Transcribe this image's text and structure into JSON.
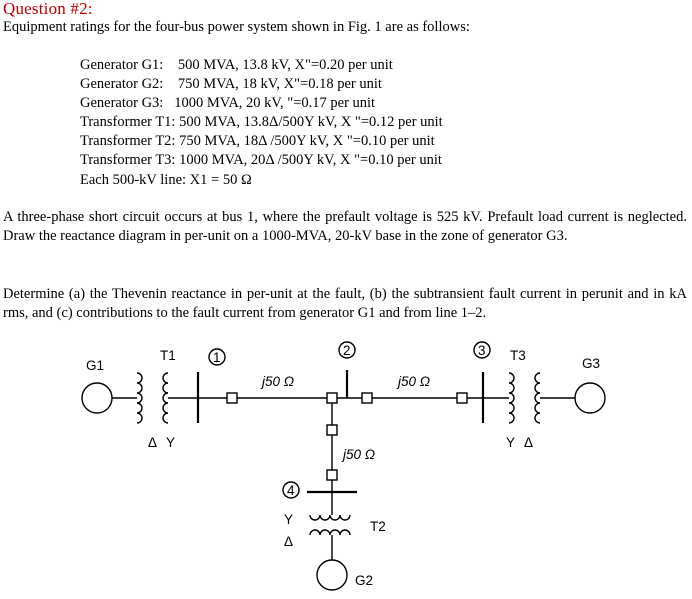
{
  "title": "Question #2:",
  "intro": "Equipment ratings for the four-bus power system shown in Fig. 1 are as follows:",
  "ratings": [
    {
      "label": "Generator G1:",
      "value": "500 MVA, 13.8 kV, X\"=0.20 per unit"
    },
    {
      "label": "Generator G2:",
      "value": "750 MVA, 18 kV, X\"=0.18 per unit"
    },
    {
      "label": "Generator G3:",
      "value": "1000 MVA, 20 kV, \"=0.17 per unit"
    },
    {
      "label": "Transformer T1:",
      "value": "500 MVA, 13.8Δ/500Y kV, X \"=0.12 per unit"
    },
    {
      "label": "Transformer T2:",
      "value": "750 MVA, 18Δ /500Y kV, X \"=0.10 per unit"
    },
    {
      "label": "Transformer T3:",
      "value": "1000 MVA, 20Δ /500Y kV, X \"=0.10 per unit"
    },
    {
      "label": "Each 500-kV line:",
      "value": "X1 = 50 Ω"
    }
  ],
  "paragraph1": "A three-phase short circuit occurs at bus 1, where the prefault voltage is 525 kV. Prefault load current is neglected. Draw the reactance diagram in per-unit on a 1000-MVA, 20-kV base in the zone of generator G3.",
  "paragraph2": "Determine (a) the Thevenin reactance in per-unit at the fault, (b) the subtransient fault current in perunit and in kA rms, and (c) contributions to the fault current from generator G1 and from line 1–2.",
  "figure": {
    "g1": "G1",
    "g2": "G2",
    "g3": "G3",
    "t1": "T1",
    "t2": "T2",
    "t3": "T3",
    "bus1": "1",
    "bus2": "2",
    "bus3": "3",
    "bus4": "4",
    "line12": "j50 Ω",
    "line23": "j50 Ω",
    "line24": "j50 Ω",
    "delta": "Δ",
    "wye": "Y"
  }
}
